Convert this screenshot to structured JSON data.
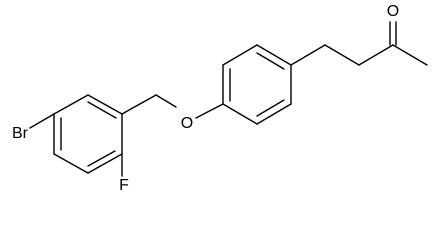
{
  "molecule": {
    "atoms": {
      "bromine": "Br",
      "fluorine": "F",
      "ether_oxygen": "O",
      "ketone_oxygen": "O"
    }
  },
  "colors": {
    "bond": "#000000",
    "label": "#000000",
    "background": "#ffffff"
  }
}
